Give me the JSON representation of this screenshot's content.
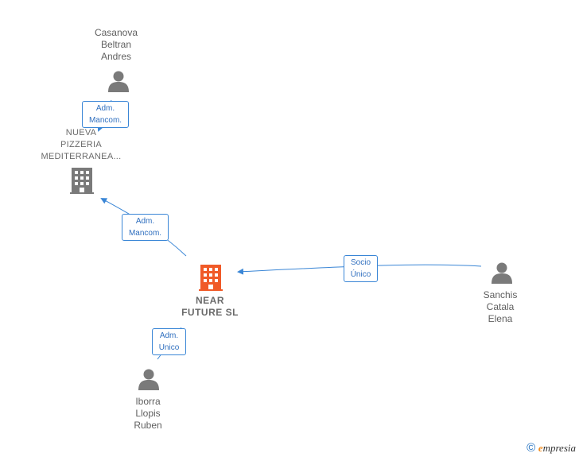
{
  "nodes": {
    "casanova": {
      "name": "Casanova\nBeltran\nAndres",
      "icon": "person-icon"
    },
    "nueva_pizzeria": {
      "name": "NUEVA\nPIZZERIA\nMEDITERRANEA...",
      "icon": "building-icon"
    },
    "near_future": {
      "name": "NEAR\nFUTURE  SL",
      "icon": "building-icon"
    },
    "sanchis": {
      "name": "Sanchis\nCatala\nElena",
      "icon": "person-icon"
    },
    "iborra": {
      "name": "Iborra\nLlopis\nRuben",
      "icon": "person-icon"
    }
  },
  "edges": {
    "casanova_nueva": "Adm.\nMancom.",
    "near_nueva": "Adm.\nMancom.",
    "sanchis_near": "Socio\nÚnico",
    "iborra_near": "Adm.\nUnico"
  },
  "colors": {
    "edge": "#3a86d6",
    "person": "#7a7a7a",
    "building": "#7a7a7a",
    "main_building": "#f05a28"
  },
  "footer": {
    "copyright": "©",
    "brand_first": "e",
    "brand_rest": "mpresia"
  }
}
